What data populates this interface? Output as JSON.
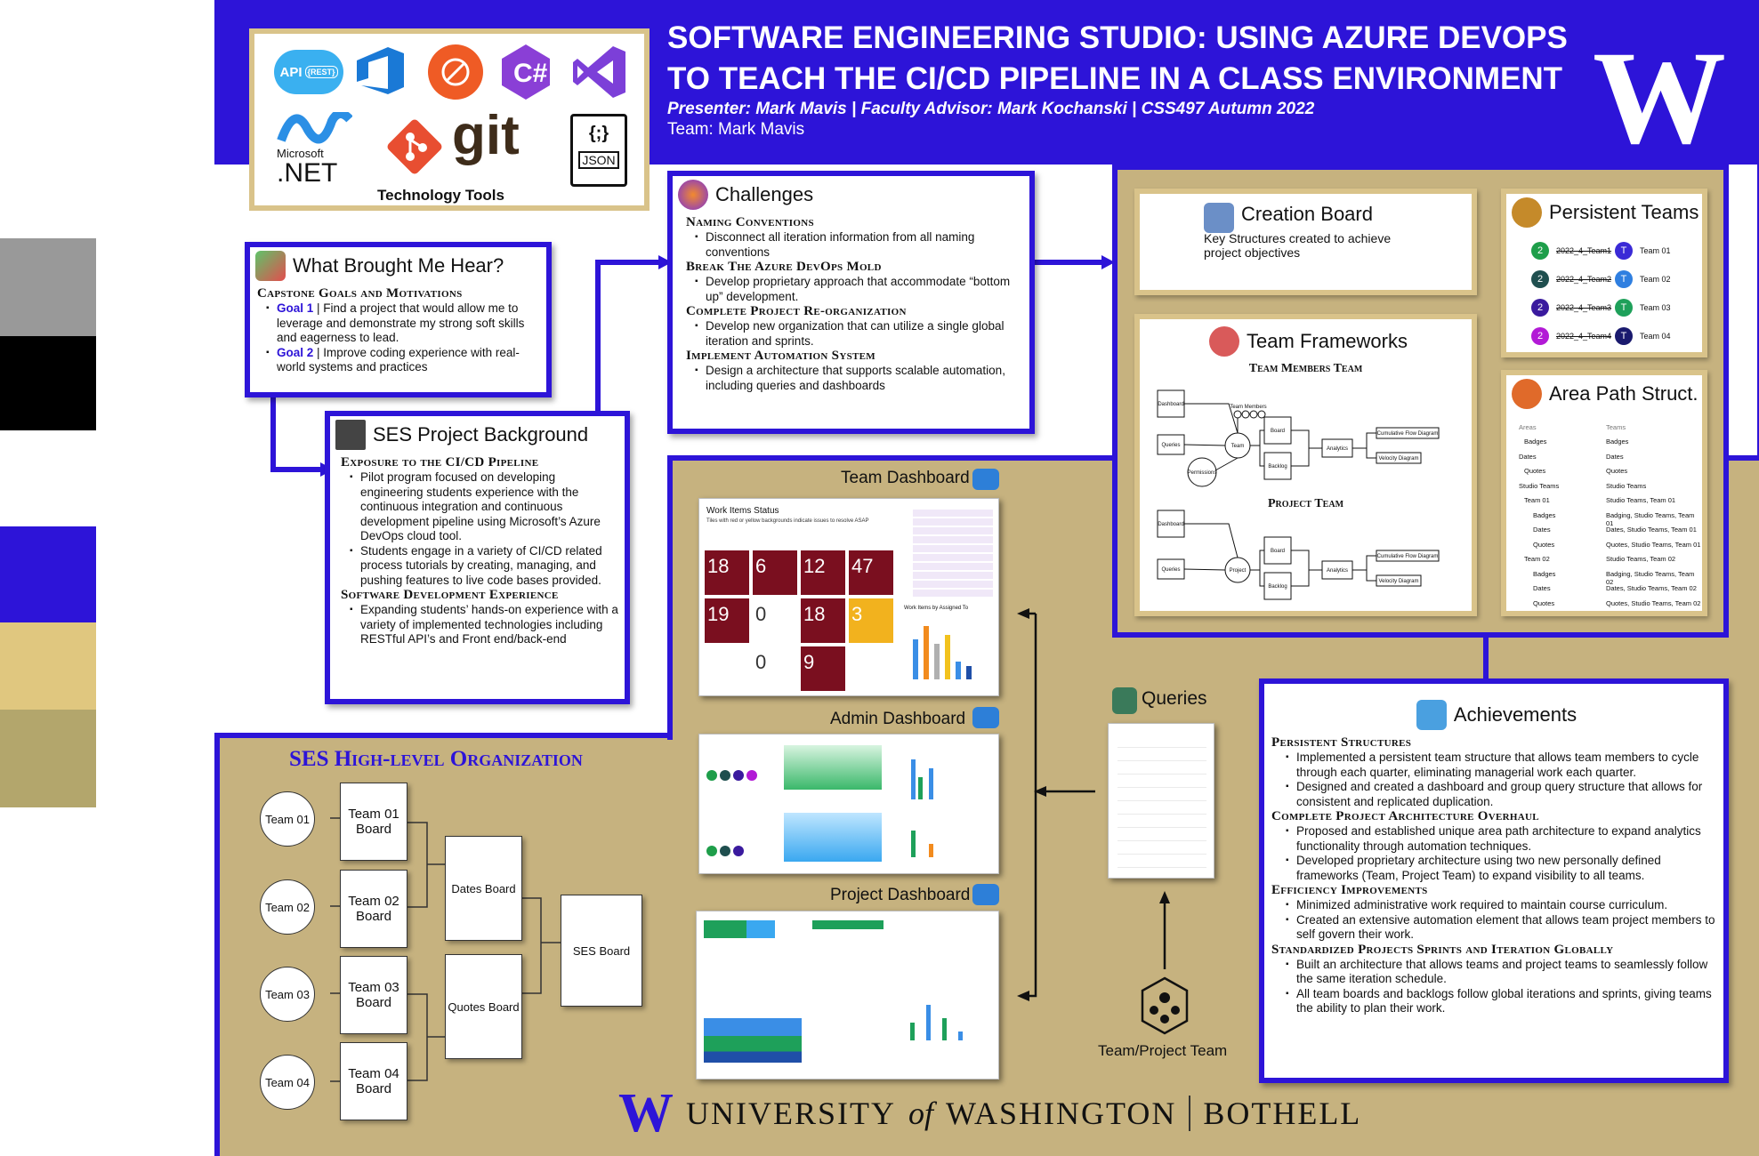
{
  "poster": {
    "title_line1": "SOFTWARE ENGINEERING STUDIO: USING AZURE DEVOPS",
    "title_line2": "TO TEACH THE CI/CD PIPELINE IN A CLASS ENVIRONMENT",
    "presenter": "Presenter: Mark Mavis | Faculty Advisor: Mark Kochanski | CSS497 Autumn 2022",
    "team": "Team: Mark Mavis",
    "uw_letter": "W"
  },
  "colors": {
    "blue": "#2d14d8",
    "gold": "#c9b07a",
    "maroon": "#7a0f1f",
    "dark_gold": "#b3a66c"
  },
  "swatches": [
    "#999999",
    "#000000",
    "#2d14d8",
    "#e0c77f",
    "#b3a66c"
  ],
  "tools": {
    "caption": "Technology Tools",
    "api": "API",
    "rest": "{REST}",
    "microsoft": "Microsoft",
    "dotnet": ".NET",
    "git": "git",
    "json": "JSON",
    "json_braces": "{;}"
  },
  "what": {
    "title": "What Brought Me Hear?",
    "heading": "Capstone Goals and Motivations",
    "goal1_label": "Goal 1",
    "goal1_text": " | Find a project that would allow me to leverage and demonstrate my strong soft skills and eagerness to lead.",
    "goal2_label": "Goal 2",
    "goal2_text": " | Improve coding experience with real-world systems and practices"
  },
  "background": {
    "title": "SES Project Background",
    "h1": "Exposure to the CI/CD Pipeline",
    "b1": "Pilot program focused on developing engineering students experience with the continuous integration and continuous development pipeline using Microsoft’s Azure DevOps cloud tool.",
    "b2": "Students engage in a variety of CI/CD related process tutorials by creating, managing, and pushing features to live code bases provided.",
    "h2": "Software Development Experience",
    "b3": "Expanding students’ hands-on experience with a variety of implemented technologies including RESTful API’s and Front end/back-end"
  },
  "challenges": {
    "title": "Challenges",
    "h1": "Naming Conventions",
    "b1": "Disconnect all iteration information from all naming conventions",
    "h2": "Break The Azure DevOps Mold",
    "b2": "Develop proprietary approach that accommodate “bottom up” development.",
    "h3": "Complete Project Re-organization",
    "b3": "Develop new organization that can utilize a single global iteration and sprints.",
    "h4": "Implement Automation System",
    "b4": "Design a architecture that supports scalable automation, including queries and dashboards"
  },
  "creation": {
    "title": "Creation Board",
    "text": "Key Structures created to achieve project objectives"
  },
  "persistent": {
    "title": "Persistent Teams",
    "rows": [
      {
        "num": "2",
        "old": "2022_4_Team1",
        "letter": "T",
        "new": "Team 01",
        "c1": "#1e9e4a",
        "c2": "#3a2ad6"
      },
      {
        "num": "2",
        "old": "2022_4_Team2",
        "letter": "T",
        "new": "Team 02",
        "c1": "#1f4f4f",
        "c2": "#2f7fe0"
      },
      {
        "num": "2",
        "old": "2022_4_Team3",
        "letter": "T",
        "new": "Team 03",
        "c1": "#3a1a9e",
        "c2": "#1ea05a"
      },
      {
        "num": "2",
        "old": "2022_4_Team4",
        "letter": "T",
        "new": "Team 04",
        "c1": "#b21ad6",
        "c2": "#1a1a6e"
      }
    ]
  },
  "frameworks": {
    "title": "Team Frameworks",
    "sub1": "Team Members Team",
    "sub2": "Project Team",
    "n_dashboard": "Dashboard",
    "n_queries": "Queries",
    "n_team": "Team",
    "n_permissions": "Permissions",
    "n_project": "Project",
    "n_board": "Board",
    "n_backlog": "Backlog",
    "n_analytics": "Analytics",
    "n_cfd": "Cumulative Flow Diagram",
    "n_vel": "Velocity Diagram",
    "n_members": "Team Members"
  },
  "areapath": {
    "title": "Area Path Struct.",
    "col1": "Areas",
    "col2": "Teams",
    "rows": [
      [
        "Badges",
        "Badges"
      ],
      [
        "Dates",
        "Dates"
      ],
      [
        "Quotes",
        "Quotes"
      ],
      [
        "Studio Teams",
        "Studio Teams"
      ],
      [
        "Team 01",
        "Studio Teams, Team 01"
      ],
      [
        "Badges",
        "Badging, Studio Teams, Team 01"
      ],
      [
        "Dates",
        "Dates, Studio Teams, Team 01"
      ],
      [
        "Quotes",
        "Quotes, Studio Teams, Team 01"
      ],
      [
        "Team 02",
        "Studio Teams, Team 02"
      ],
      [
        "Badges",
        "Badging, Studio Teams, Team 02"
      ],
      [
        "Dates",
        "Dates, Studio Teams, Team 02"
      ],
      [
        "Quotes",
        "Quotes, Studio Teams, Team 02"
      ]
    ]
  },
  "dash": {
    "team": "Team Dashboard",
    "admin": "Admin Dashboard",
    "project": "Project Dashboard",
    "wi_title": "Work Items Status",
    "wi_sub": "Tiles with red or yellow backgrounds indicate issues to resolve ASAP",
    "tiles": [
      "18",
      "6",
      "12",
      "47",
      "19",
      "0",
      "18",
      "3",
      "0",
      "9"
    ],
    "wi_by_assigned": "Work Items by Assigned To"
  },
  "queries": {
    "title": "Queries"
  },
  "teamproj": {
    "label": "Team/Project Team"
  },
  "org": {
    "title": "SES High-level Organization",
    "teams": [
      "Team 01",
      "Team 02",
      "Team 03",
      "Team 04"
    ],
    "boards": [
      "Team 01 Board",
      "Team 02 Board",
      "Team 03 Board",
      "Team 04 Board"
    ],
    "dates": "Dates Board",
    "quotes": "Quotes Board",
    "ses": "SES Board"
  },
  "achievements": {
    "title": "Achievements",
    "h1": "Persistent Structures",
    "b1": "Implemented a persistent team structure that allows team members to cycle through each quarter, eliminating managerial work each quarter.",
    "b2": "Designed and created a dashboard and group query structure that allows for consistent and replicated duplication.",
    "h2": "Complete Project Architecture Overhaul",
    "b3": "Proposed and established unique area path architecture to expand analytics functionality through automation techniques.",
    "b4": "Developed proprietary architecture using two new personally defined frameworks (Team, Project Team) to expand visibility to all teams.",
    "h3": "Efficiency Improvements",
    "b5": "Minimized administrative work required to maintain course curriculum.",
    "b6": "Created an extensive automation element that allows team project members to self govern their work.",
    "h4": "Standardized Projects Sprints and Iteration Globally",
    "b7": "Built an architecture that allows teams and project teams to seamlessly follow the same iteration schedule.",
    "b8": "All team boards and backlogs follow global iterations and sprints, giving teams the ability to plan their work."
  },
  "footer": {
    "w": "W",
    "university": "UNIVERSITY",
    "of": "of",
    "washington": "WASHINGTON",
    "bothell": "BOTHELL"
  }
}
